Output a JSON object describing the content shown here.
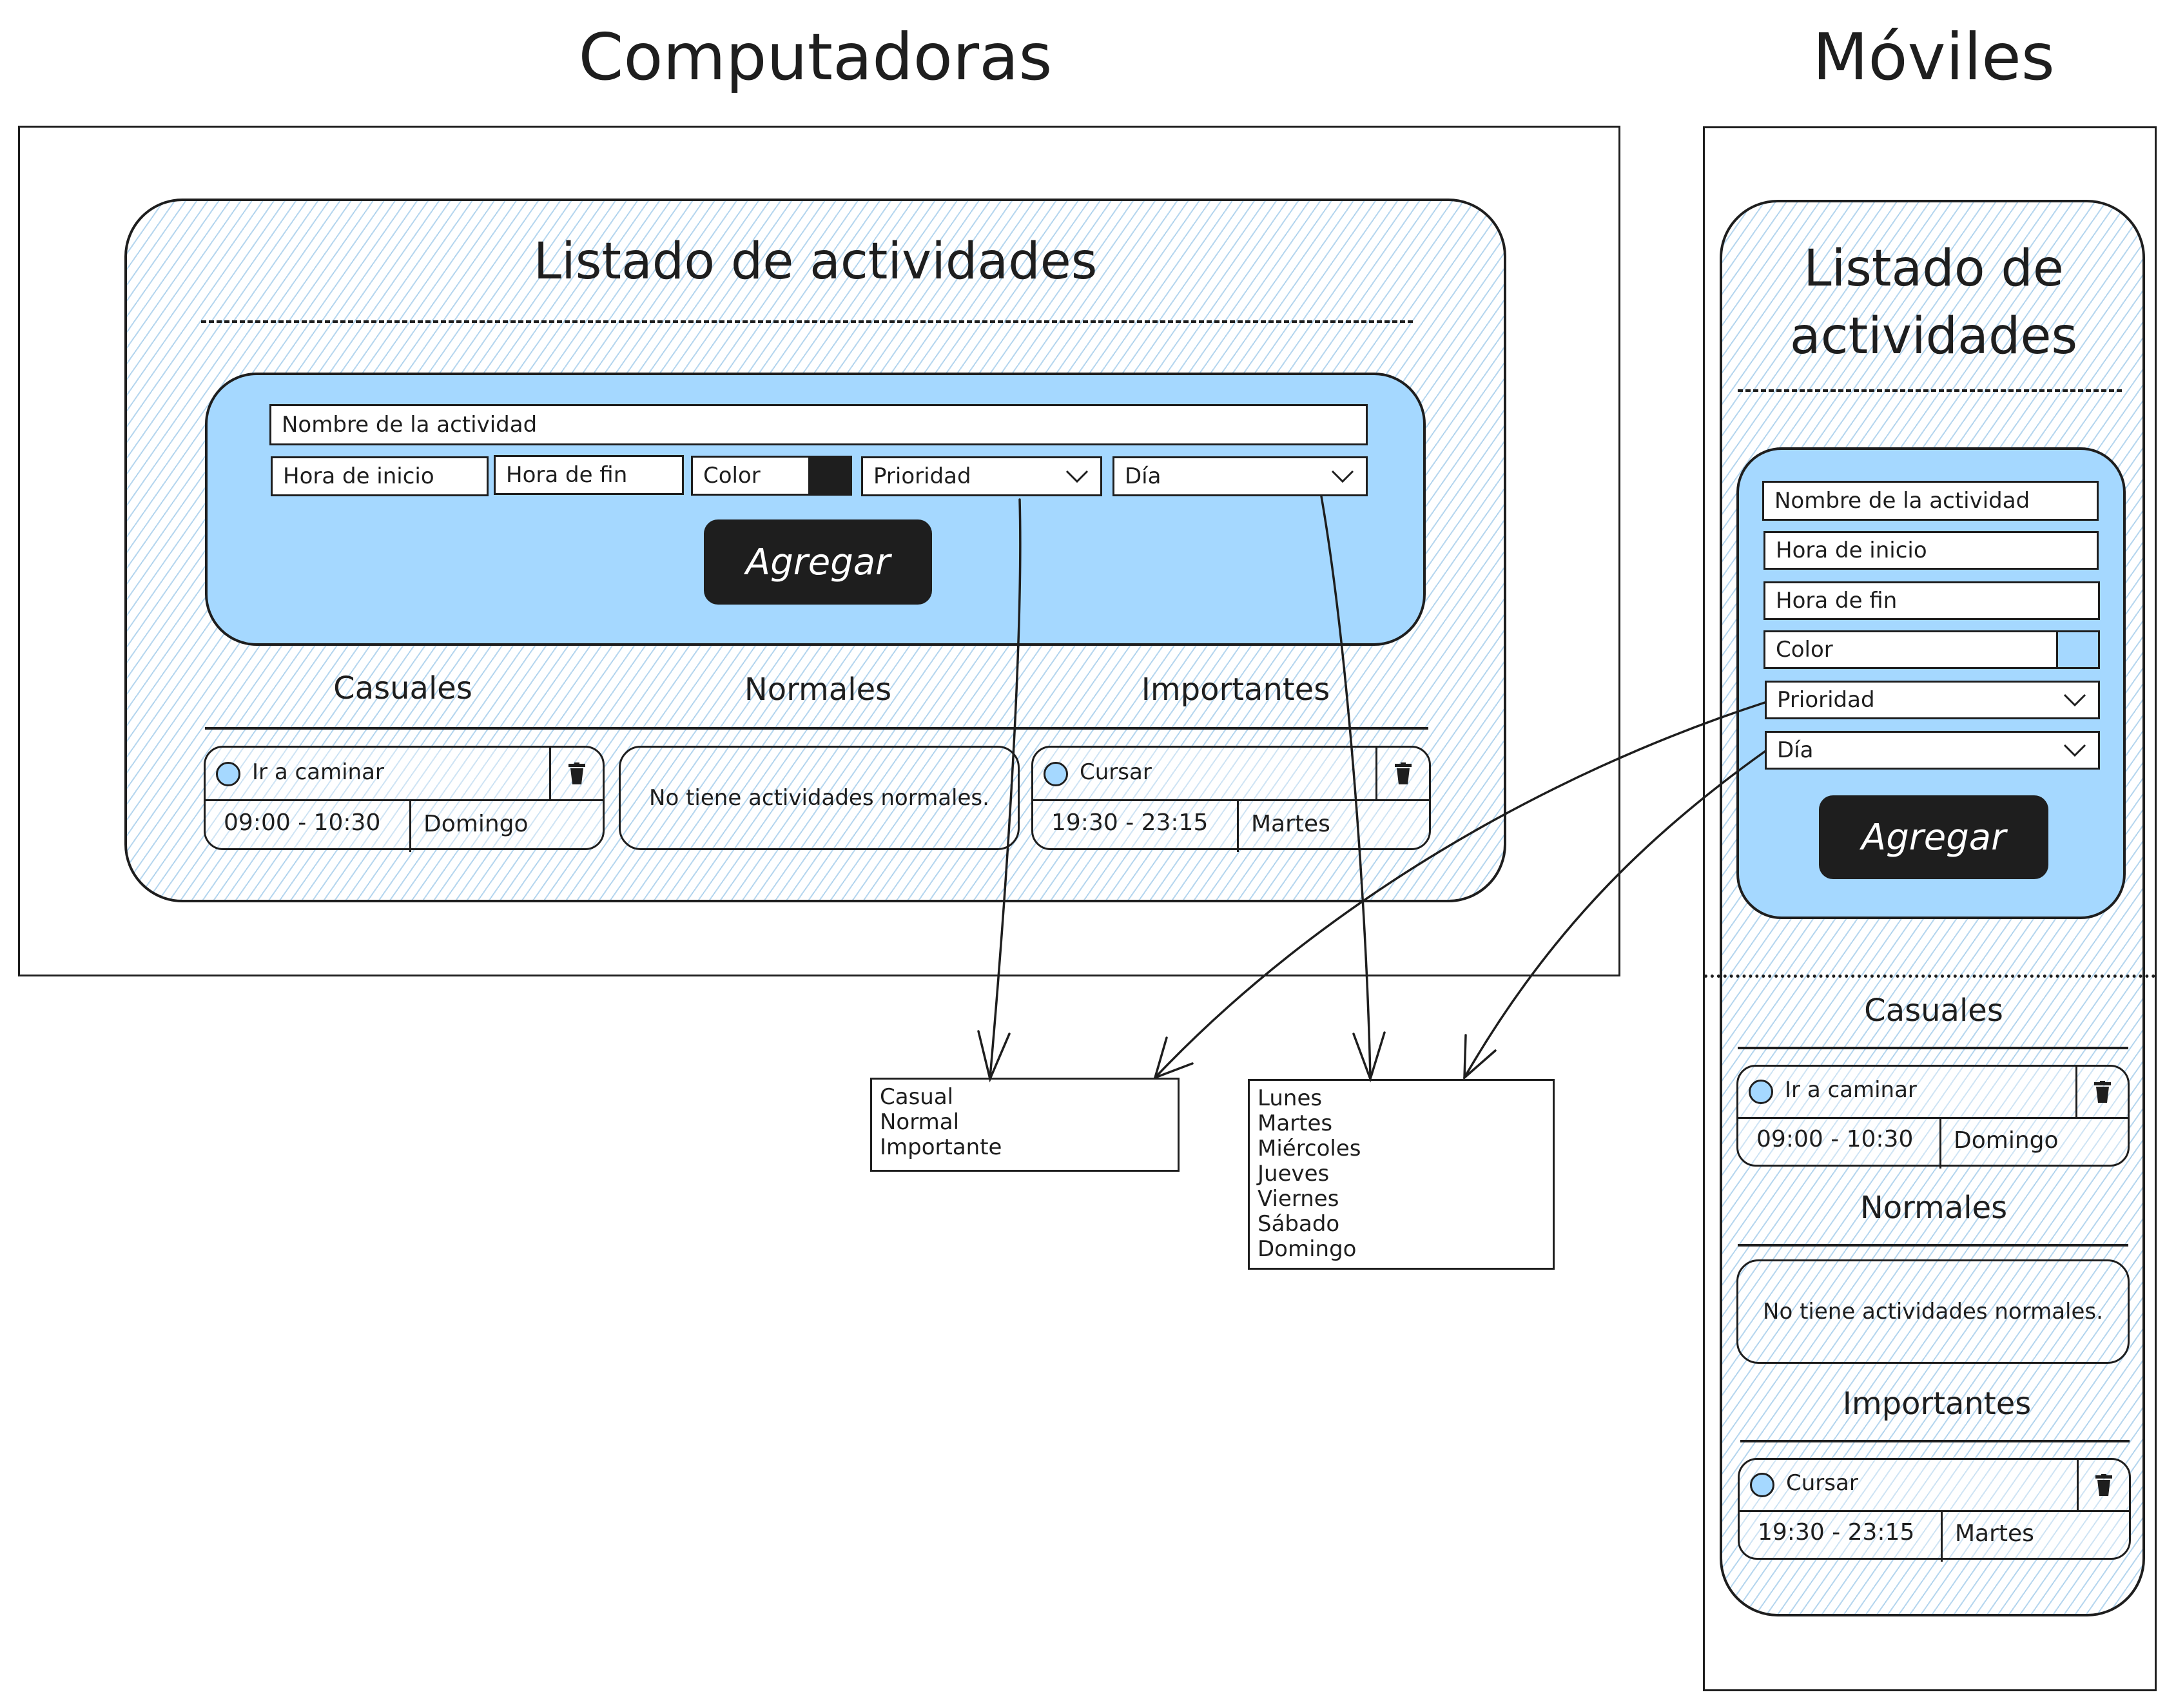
{
  "desktop": {
    "heading": "Computadoras",
    "title": "Listado de actividades",
    "form": {
      "name_placeholder": "Nombre de la actividad",
      "start_placeholder": "Hora de inicio",
      "end_placeholder": "Hora de fin",
      "color_label": "Color",
      "color_value": "#1e1e1e",
      "priority_label": "Prioridad",
      "day_label": "Día",
      "add_button": "Agregar"
    },
    "columns": [
      {
        "heading": "Casuales",
        "activity": {
          "name": "Ir a caminar",
          "time": "09:00 - 10:30",
          "day": "Domingo"
        }
      },
      {
        "heading": "Normales",
        "empty_text": "No tiene actividades normales."
      },
      {
        "heading": "Importantes",
        "activity": {
          "name": "Cursar",
          "time": "19:30 - 23:15",
          "day": "Martes"
        }
      }
    ]
  },
  "mobile": {
    "heading": "Móviles",
    "title_line1": "Listado de",
    "title_line2": "actividades",
    "form": {
      "name_placeholder": "Nombre de la actividad",
      "start_placeholder": "Hora de inicio",
      "end_placeholder": "Hora de fin",
      "color_label": "Color",
      "color_value": "#a5d8ff",
      "priority_label": "Prioridad",
      "day_label": "Día",
      "add_button": "Agregar"
    },
    "sections": [
      {
        "heading": "Casuales",
        "activity": {
          "name": "Ir a caminar",
          "time": "09:00 - 10:30",
          "day": "Domingo"
        }
      },
      {
        "heading": "Normales",
        "empty_text": "No tiene actividades normales."
      },
      {
        "heading": "Importantes",
        "activity": {
          "name": "Cursar",
          "time": "19:30 - 23:15",
          "day": "Martes"
        }
      }
    ]
  },
  "priority_options": [
    "Casual",
    "Normal",
    "Importante"
  ],
  "day_options": [
    "Lunes",
    "Martes",
    "Miércoles",
    "Jueves",
    "Viernes",
    "Sábado",
    "Domingo"
  ],
  "colors": {
    "fill_blue": "#a5d8ff",
    "stroke": "#1e1e1e"
  },
  "icons": {
    "dropdown": "chevron-down-icon",
    "delete": "trash-icon",
    "status": "circle-icon"
  }
}
